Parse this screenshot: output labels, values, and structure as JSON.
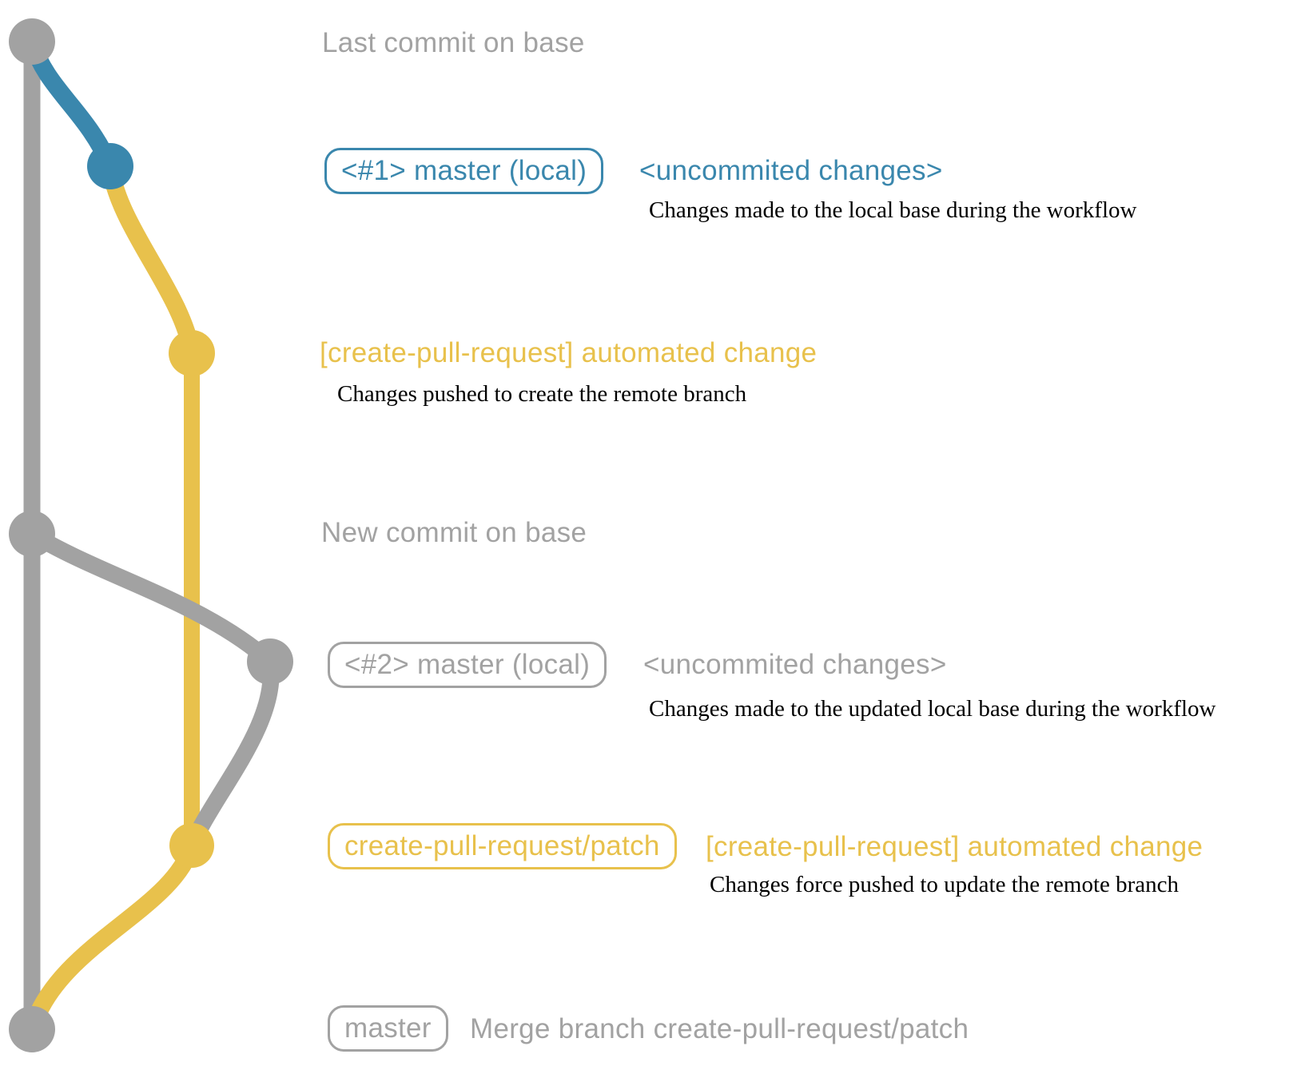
{
  "colors": {
    "gray": "#a2a2a2",
    "blue": "#3a87ad",
    "yellow": "#e8c14c",
    "note_text": "#000000",
    "background": "#ffffff"
  },
  "graph": {
    "type": "git-branch-graph",
    "branches": [
      {
        "id": "base",
        "color": "gray",
        "shape": "vertical-line"
      },
      {
        "id": "local-master-1",
        "color": "blue",
        "shape": "curve"
      },
      {
        "id": "create-pull-request-patch",
        "color": "yellow",
        "shape": "vertical-line-with-curves"
      },
      {
        "id": "local-master-2",
        "color": "gray",
        "shape": "curve"
      }
    ],
    "commits": [
      {
        "id": "base-top",
        "dot_color": "gray",
        "row": "last_commit"
      },
      {
        "id": "master-local-1",
        "dot_color": "blue",
        "row": "workflow1"
      },
      {
        "id": "patch-1",
        "dot_color": "yellow",
        "row": "push1"
      },
      {
        "id": "base-new",
        "dot_color": "gray",
        "row": "new_commit"
      },
      {
        "id": "master-local-2",
        "dot_color": "gray",
        "row": "workflow2"
      },
      {
        "id": "patch-2",
        "dot_color": "yellow",
        "row": "push2"
      },
      {
        "id": "base-merge",
        "dot_color": "gray",
        "row": "merge"
      }
    ]
  },
  "rows": {
    "last_commit": {
      "heading": "Last commit on base"
    },
    "workflow1": {
      "badge": "<#1> master (local)",
      "heading": "<uncommited changes>",
      "note": "Changes made to the local base during the workflow"
    },
    "push1": {
      "heading": "[create-pull-request] automated change",
      "note": "Changes pushed to create the remote branch"
    },
    "new_commit": {
      "heading": "New commit on base"
    },
    "workflow2": {
      "badge": "<#2> master (local)",
      "heading": "<uncommited changes>",
      "note": "Changes made to the updated local base during the workflow"
    },
    "push2": {
      "badge": "create-pull-request/patch",
      "heading": "[create-pull-request] automated change",
      "note": "Changes force pushed to update the remote branch"
    },
    "merge": {
      "badge": "master",
      "heading": "Merge branch create-pull-request/patch"
    }
  }
}
